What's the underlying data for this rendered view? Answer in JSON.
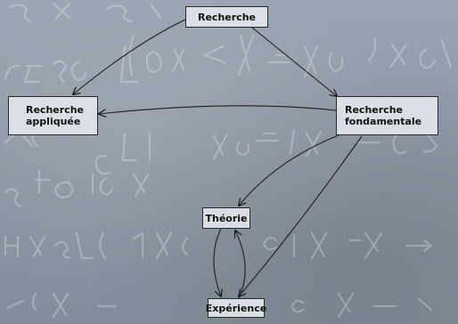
{
  "nodes": {
    "recherche": "Recherche",
    "appliquee": [
      "Recherche",
      "appliquée"
    ],
    "fondamentale": [
      "Recherche",
      "fondamentale"
    ],
    "theorie": "Théorie",
    "experience": "Expérience"
  },
  "edges": [
    {
      "from": "recherche",
      "to": "appliquee"
    },
    {
      "from": "recherche",
      "to": "fondamentale"
    },
    {
      "from": "fondamentale",
      "to": "appliquee"
    },
    {
      "from": "fondamentale",
      "to": "theorie"
    },
    {
      "from": "fondamentale",
      "to": "experience"
    },
    {
      "from": "theorie",
      "to": "experience"
    },
    {
      "from": "experience",
      "to": "theorie"
    }
  ]
}
